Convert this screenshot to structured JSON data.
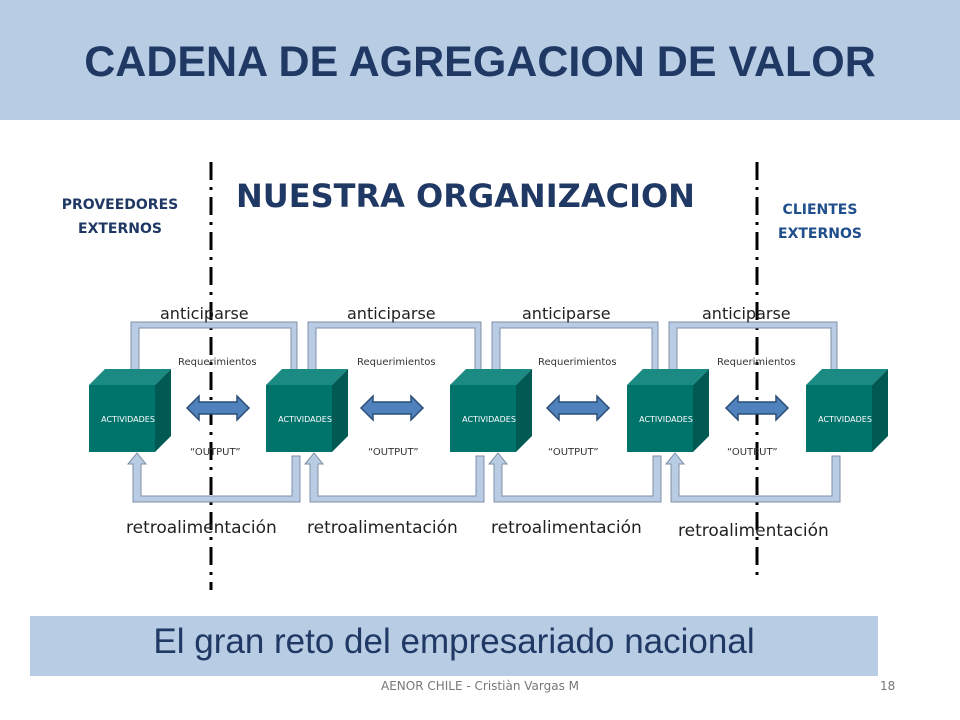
{
  "slide": {
    "title": "CADENA DE AGREGACION DE VALOR",
    "org_title": "NUESTRA ORGANIZACION",
    "suppliers": [
      "PROVEEDORES",
      "EXTERNOS"
    ],
    "clients": [
      "CLIENTES",
      "EXTERNOS"
    ],
    "banner": "El gran reto del empresariado nacional",
    "footer": "AENOR CHILE - Cristiàn Vargas M",
    "slide_number": "18"
  },
  "diagram": {
    "activities": [
      "ACTIVIDADES",
      "ACTIVIDADES",
      "ACTIVIDADES",
      "ACTIVIDADES",
      "ACTIVIDADES"
    ],
    "links": [
      {
        "top": "anticiparse",
        "req": "Requerimientos",
        "out": "“OUTPUT”",
        "bottom": "retroalimentación"
      },
      {
        "top": "anticiparse",
        "req": "Requerimientos",
        "out": "“OUTPUT”",
        "bottom": "retroalimentación"
      },
      {
        "top": "anticiparse",
        "req": "Requerimientos",
        "out": "“OUTPUT”",
        "bottom": "retroalimentación"
      },
      {
        "top": "anticiparse",
        "req": "Requerimientos",
        "out": "“OUTPUT”",
        "bottom": "retroalimentación"
      }
    ]
  },
  "colors": {
    "header_bg": "#b8cce4",
    "title": "#1f3864",
    "box_front": "#00736b",
    "box_top": "#1a8a82",
    "box_side": "#005a53",
    "arrow": "#4f81bd",
    "connector": "#b8cce4"
  }
}
